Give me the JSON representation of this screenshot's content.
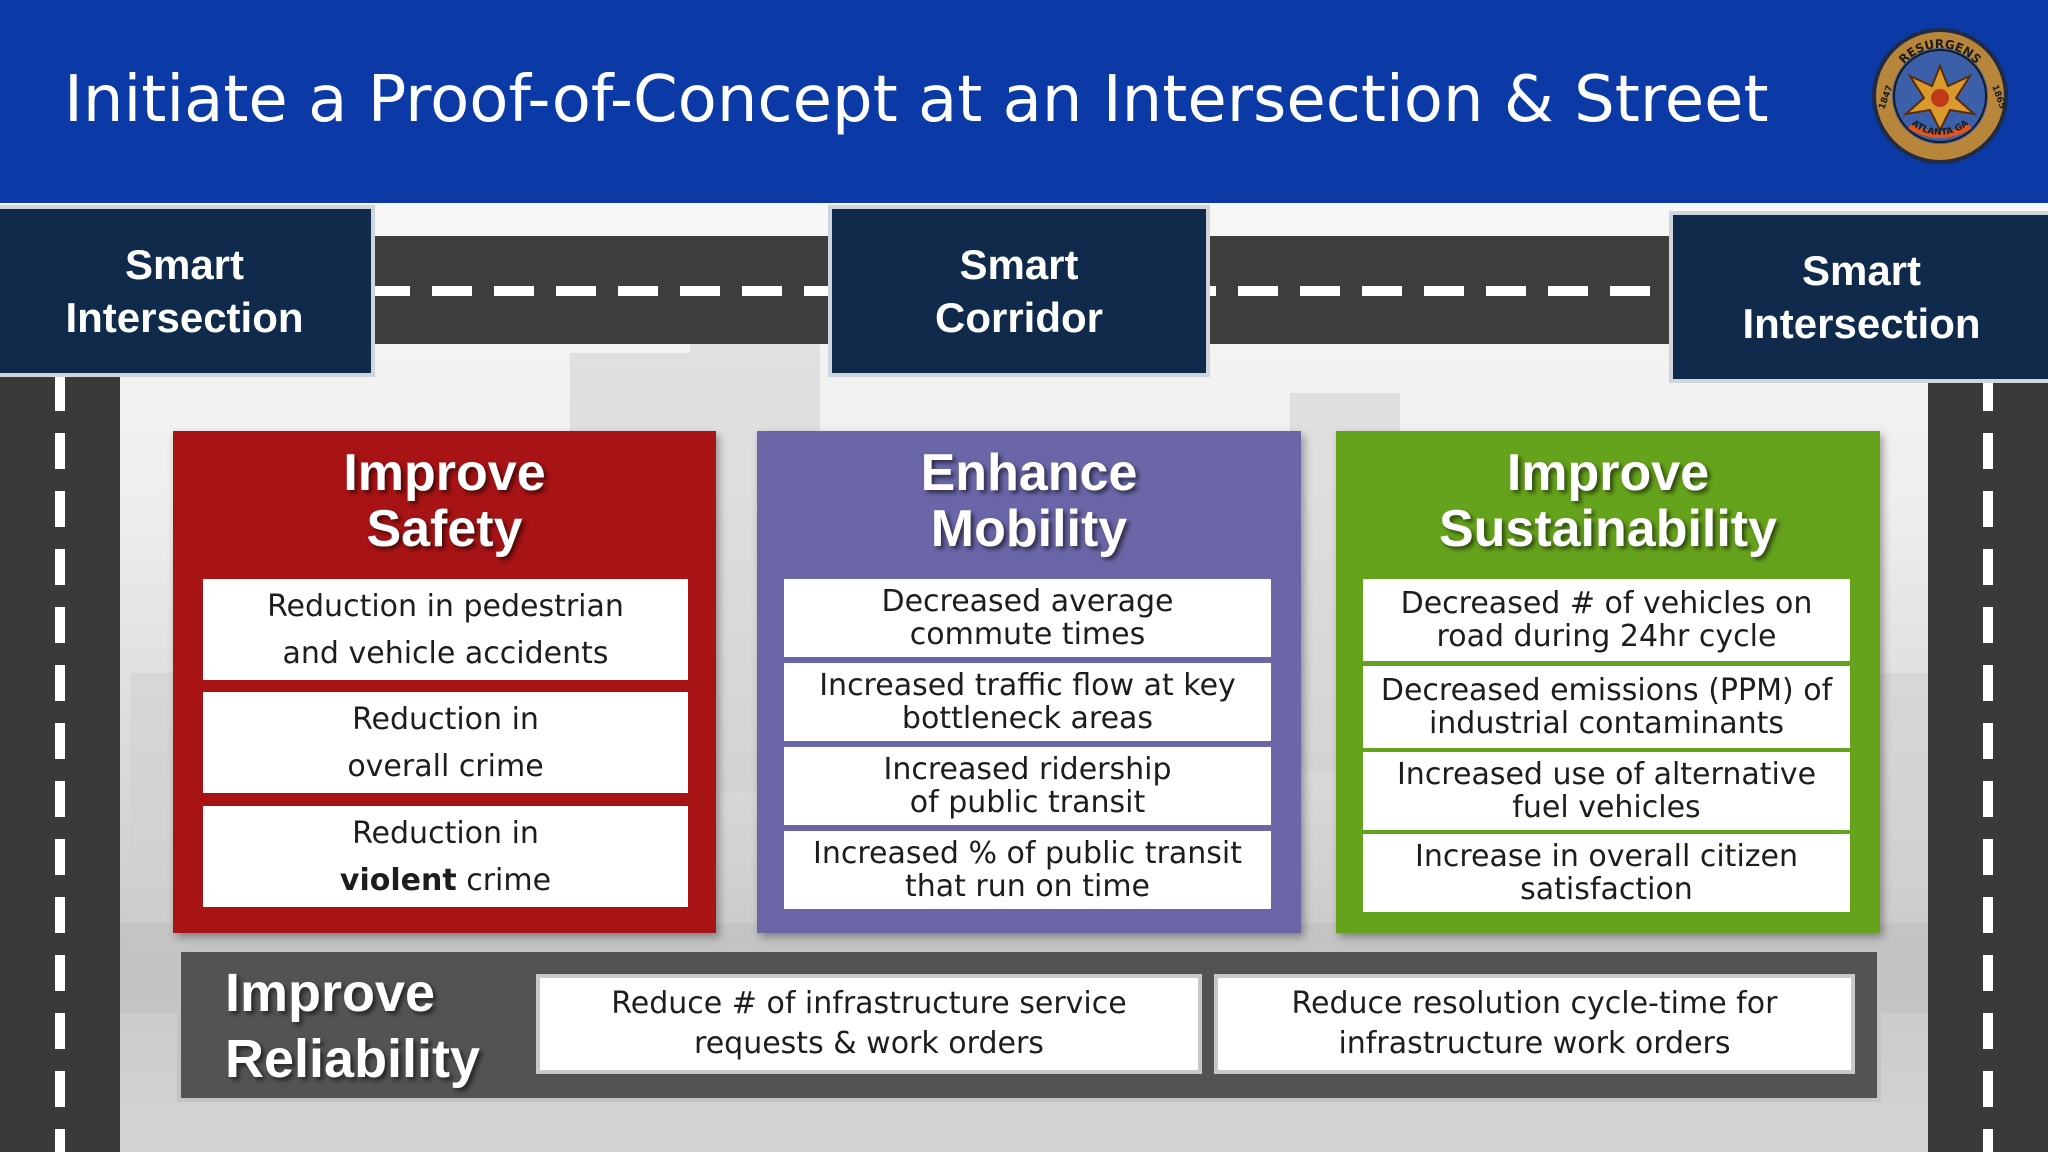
{
  "slide": {
    "title": "Initiate a Proof-of-Concept at an Intersection & Street"
  },
  "seal": {
    "top_text": "RESURGENS",
    "left_text": "1847",
    "right_text": "1865",
    "bottom_text": "ATLANTA GA"
  },
  "corridor_labels": [
    {
      "line1": "Smart",
      "line2": "Intersection"
    },
    {
      "line1": "Smart",
      "line2": "Corridor"
    },
    {
      "line1": "Smart",
      "line2": "Intersection"
    }
  ],
  "panels": {
    "safety": {
      "title_line1": "Improve",
      "title_line2": "Safety",
      "color": "#a81315",
      "items": [
        {
          "line1": "Reduction in pedestrian",
          "line2": "and vehicle accidents"
        },
        {
          "line1": "Reduction in",
          "line2": "overall crime"
        },
        {
          "line1": "Reduction in",
          "line2_bold": "violent",
          "line2_rest": " crime"
        }
      ]
    },
    "mobility": {
      "title_line1": "Enhance",
      "title_line2": "Mobility",
      "color": "#6a66a8",
      "items": [
        {
          "line1": "Decreased average",
          "line2": "commute times"
        },
        {
          "line1": "Increased traffic flow at key",
          "line2": "bottleneck areas"
        },
        {
          "line1": "Increased ridership",
          "line2": "of public transit"
        },
        {
          "line1": "Increased % of public transit",
          "line2": "that run on time"
        }
      ]
    },
    "sustainability": {
      "title_line1": "Improve",
      "title_line2": "Sustainability",
      "color": "#66a31c",
      "items": [
        {
          "line1": "Decreased # of vehicles on",
          "line2": "road during 24hr cycle"
        },
        {
          "line1": "Decreased emissions (PPM) of",
          "line2": "industrial contaminants"
        },
        {
          "line1": "Increased use of alternative",
          "line2": "fuel vehicles"
        },
        {
          "line1": "Increase in overall citizen",
          "line2": "satisfaction"
        }
      ]
    }
  },
  "reliability": {
    "title_line1": "Improve",
    "title_line2": "Reliability",
    "items": [
      {
        "line1": "Reduce # of infrastructure service",
        "line2": "requests & work orders"
      },
      {
        "line1": "Reduce resolution cycle-time for",
        "line2": "infrastructure work orders"
      }
    ]
  }
}
